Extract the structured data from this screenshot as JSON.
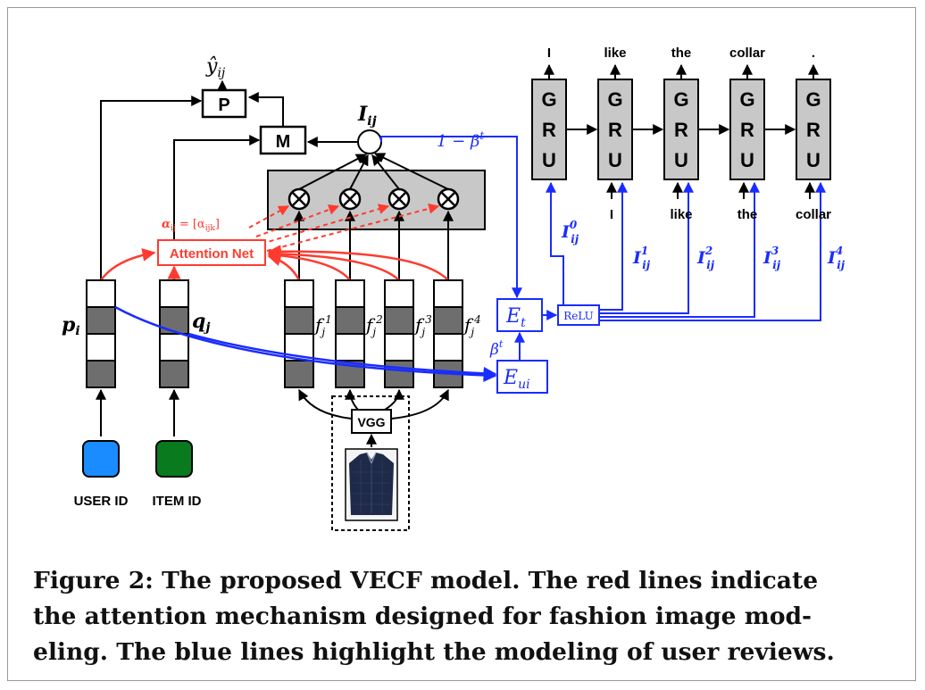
{
  "diagram": {
    "output_label": "ŷ",
    "output_subscript": "ij",
    "p_box": "P",
    "m_box": "M",
    "i_label": "I",
    "i_subscript": "ij",
    "one_minus_beta": "1 − β",
    "beta_sup": "t",
    "alpha_label": "α",
    "alpha_sub": "ij",
    "alpha_eq": " = [α",
    "alpha_sub2": "ijk",
    "alpha_close": "]",
    "attention_net": "Attention Net",
    "p_vec_label": "p",
    "p_vec_sub": "i",
    "q_vec_label": "q",
    "q_vec_sub": "j",
    "f_label": "f",
    "f_sub": "j",
    "f_sups": [
      "1",
      "2",
      "3",
      "4"
    ],
    "vgg": "VGG",
    "user_id": "USER ID",
    "item_id": "ITEM ID",
    "et_label": "E",
    "et_sub": "t",
    "eui_label": "E",
    "eui_sub": "ui",
    "beta_t": "β",
    "relu": "ReLU",
    "gru_letters": [
      "G",
      "R",
      "U"
    ],
    "output_words": [
      "I",
      "like",
      "the",
      "collar",
      "."
    ],
    "input_words": [
      "I",
      "like",
      "the",
      "collar"
    ],
    "iij_sups": [
      "0",
      "1",
      "2",
      "3",
      "4"
    ],
    "colors": {
      "red": "#ff3b30",
      "blue": "#1a2cff",
      "user_blue": "#1a8cff",
      "item_green": "#0a7a1e",
      "gray": "#c8c8c8",
      "dark_gray": "#6e6e6e"
    }
  },
  "caption": {
    "line1": "Figure 2: The proposed VECF model. The red lines indicate",
    "line2": "the attention mechanism designed for fashion image mod-",
    "line3": "eling. The blue lines highlight the modeling of user reviews."
  }
}
